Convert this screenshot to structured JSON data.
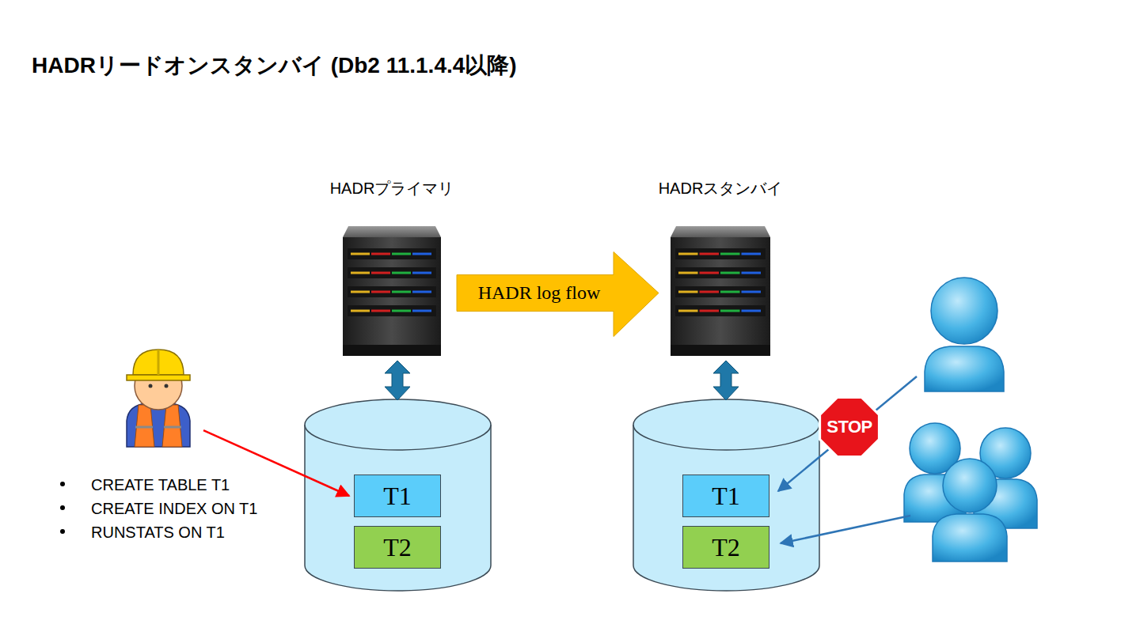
{
  "diagram": {
    "title": "HADRリードオンスタンバイ (Db2 11.1.4.4以降)",
    "nodes": [
      {
        "text": [
          "HADRプライマリ"
        ]
      },
      {
        "text": [
          "T1"
        ]
      },
      {
        "text": [
          "T2"
        ]
      },
      {
        "text": [
          "HADRスタンバイ"
        ]
      },
      {
        "text": [
          "T1"
        ]
      },
      {
        "text": [
          "T2"
        ]
      },
      {
        "text": [
          "CREATE TABLE T1",
          "CREATE INDEX ON T1",
          "RUNSTATS ON T1"
        ]
      },
      {
        "text": [
          "STOP"
        ]
      }
    ],
    "edges": [
      {
        "from": 0,
        "to": 3,
        "arrow": "to",
        "label": "HADR log flow"
      },
      {
        "from": 6,
        "to": 1,
        "arrow": "to"
      }
    ]
  }
}
